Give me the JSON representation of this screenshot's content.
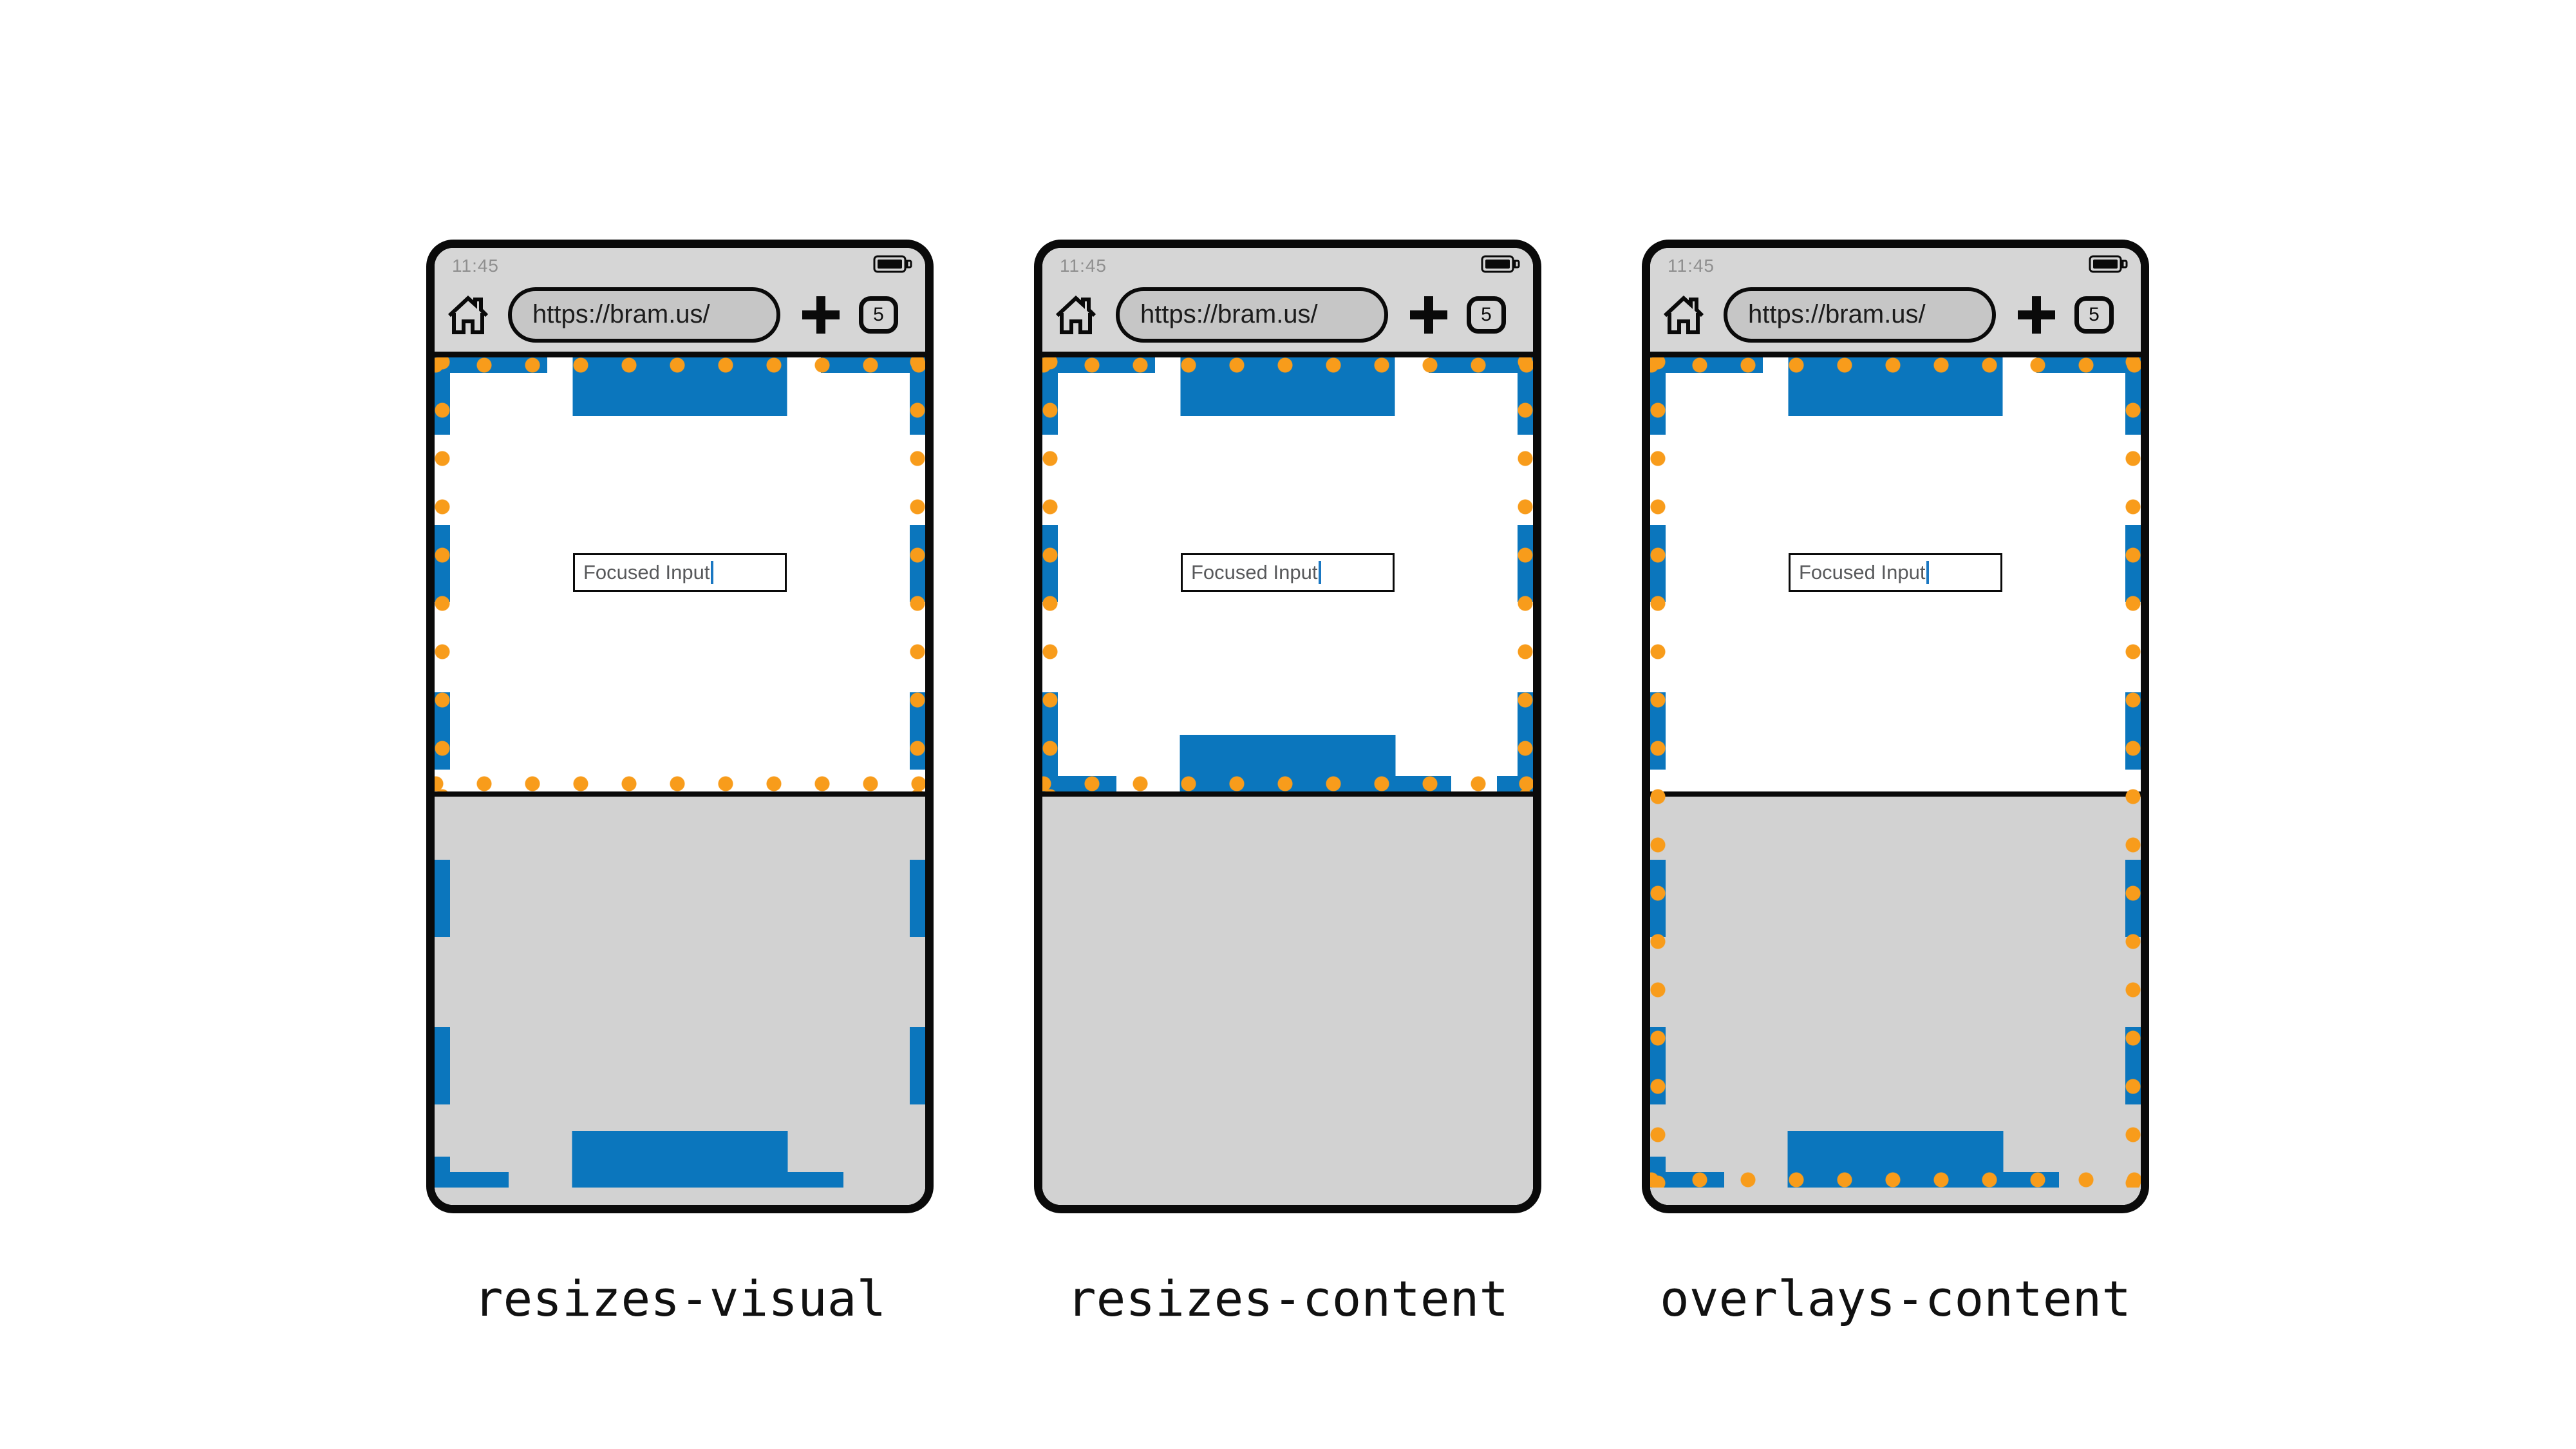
{
  "colors": {
    "layout_viewport_blue": "#0b76bd",
    "visual_viewport_orange": "#f89c1b",
    "chrome_gray": "#d6d6d6",
    "keyboard_gray": "#d2d2d2"
  },
  "phones": [
    {
      "caption": "resizes-visual",
      "status": {
        "time": "11:45",
        "battery_icon": "battery-icon"
      },
      "toolbar": {
        "home_icon": "home-icon",
        "url": "https://bram.us/",
        "plus_icon": "plus-icon",
        "tab_count": "5"
      },
      "content": {
        "input_value": "Focused Input"
      },
      "viewports": {
        "layout_viewport_extends_under_keyboard": true,
        "visual_viewport_extends_under_keyboard": false
      }
    },
    {
      "caption": "resizes-content",
      "status": {
        "time": "11:45",
        "battery_icon": "battery-icon"
      },
      "toolbar": {
        "home_icon": "home-icon",
        "url": "https://bram.us/",
        "plus_icon": "plus-icon",
        "tab_count": "5"
      },
      "content": {
        "input_value": "Focused Input"
      },
      "viewports": {
        "layout_viewport_extends_under_keyboard": false,
        "visual_viewport_extends_under_keyboard": false
      }
    },
    {
      "caption": "overlays-content",
      "status": {
        "time": "11:45",
        "battery_icon": "battery-icon"
      },
      "toolbar": {
        "home_icon": "home-icon",
        "url": "https://bram.us/",
        "plus_icon": "plus-icon",
        "tab_count": "5"
      },
      "content": {
        "input_value": "Focused Input"
      },
      "viewports": {
        "layout_viewport_extends_under_keyboard": true,
        "visual_viewport_extends_under_keyboard": true
      }
    }
  ]
}
